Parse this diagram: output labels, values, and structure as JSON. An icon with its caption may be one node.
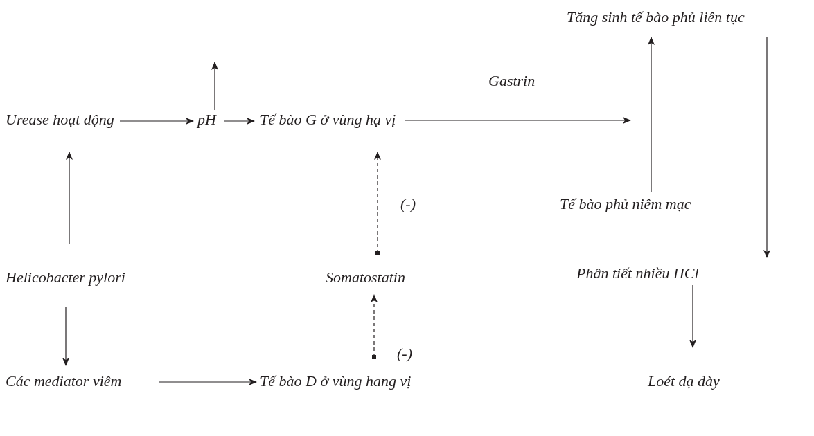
{
  "diagram": {
    "nodes": [
      {
        "text": [
          "Urease hoạt động"
        ]
      },
      {
        "text": [
          "pH"
        ]
      },
      {
        "text": [
          "Tế bào G ở vùng hạ vị"
        ]
      },
      {
        "text": [
          "Tăng sinh tế bào phủ liên tục"
        ]
      },
      {
        "text": [
          "Tế bào phủ niêm mạc"
        ]
      },
      {
        "text": [
          "Helicobacter pylori"
        ]
      },
      {
        "text": [
          "Somatostatin"
        ]
      },
      {
        "text": [
          "Phân tiết nhiều HCl"
        ]
      },
      {
        "text": [
          "Các mediator viêm"
        ]
      },
      {
        "text": [
          "Tế bào D ở vùng hang vị"
        ]
      },
      {
        "text": [
          "Loét dạ dày"
        ]
      }
    ],
    "edges": [
      {
        "from": 0,
        "to": 1,
        "arrow": "to"
      },
      {
        "from": 1,
        "to": null,
        "arrow": "to"
      },
      {
        "from": 1,
        "to": 2,
        "arrow": "to"
      },
      {
        "from": 2,
        "to": null,
        "arrow": "to",
        "label": "Gastrin"
      },
      {
        "from": 4,
        "to": 3,
        "arrow": "to"
      },
      {
        "from": 3,
        "to": 7,
        "arrow": "to"
      },
      {
        "from": 5,
        "to": 0,
        "arrow": "to"
      },
      {
        "from": 5,
        "to": 8,
        "arrow": "to"
      },
      {
        "from": 8,
        "to": 9,
        "arrow": "to"
      },
      {
        "from": 9,
        "to": 6,
        "arrow": "to",
        "style": "dashed"
      },
      {
        "from": 6,
        "to": 2,
        "arrow": "to",
        "style": "dashed"
      },
      {
        "from": 7,
        "to": 10,
        "arrow": "to"
      }
    ],
    "labels": [
      "(-)",
      "(-)"
    ]
  }
}
